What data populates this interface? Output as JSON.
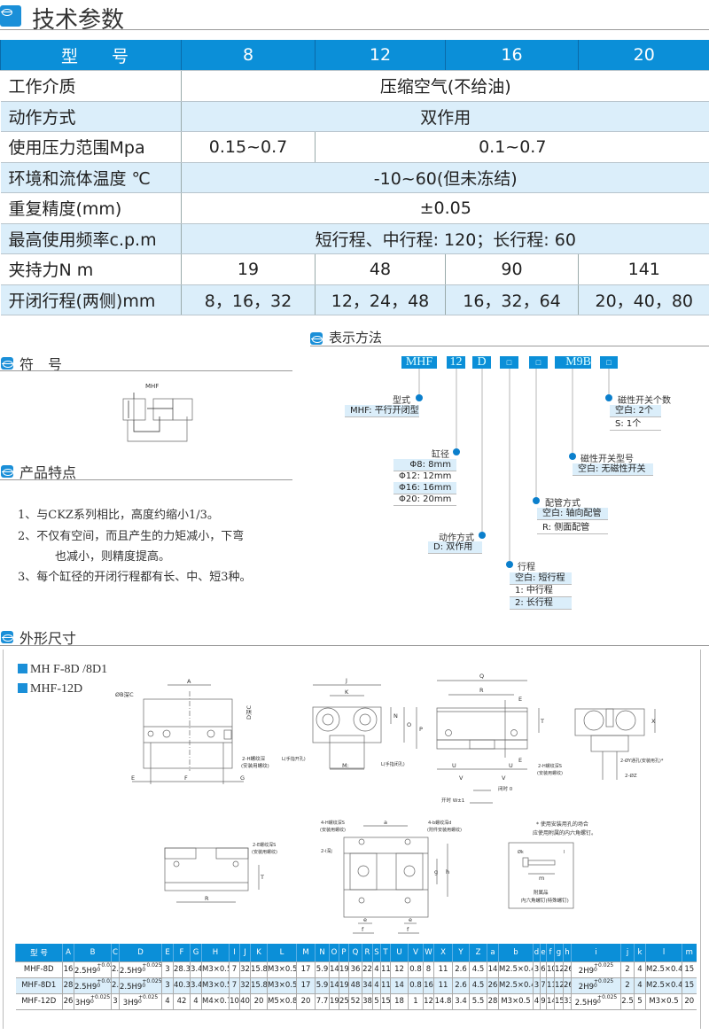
{
  "sections": {
    "tech_params": "技术参数",
    "symbol": "符　号",
    "features": "产品特点",
    "notation": "表示方法",
    "dimensions": "外形尺寸"
  },
  "spec_table": {
    "header": {
      "label": "型　　号",
      "models": [
        "8",
        "12",
        "16",
        "20"
      ]
    },
    "rows": [
      {
        "label": "工作介质",
        "cells": [
          "压缩空气(不给油)"
        ]
      },
      {
        "label": "动作方式",
        "cells": [
          "双作用"
        ]
      },
      {
        "label": "使用压力范围Mpa",
        "cells": [
          "0.15~0.7",
          "0.1~0.7"
        ]
      },
      {
        "label": "环境和流体温度 ℃",
        "cells": [
          "-10~60(但未冻结)"
        ]
      },
      {
        "label": "重复精度(mm)",
        "cells": [
          "±0.05"
        ]
      },
      {
        "label": "最高使用频率c.p.m",
        "cells": [
          "短行程、中行程: 120；长行程: 60"
        ]
      },
      {
        "label": "夹持力N m",
        "cells": [
          "19",
          "48",
          "90",
          "141"
        ]
      },
      {
        "label": "开闭行程(两侧)mm",
        "cells": [
          "8，16，32",
          "12，24，48",
          "16，32，64",
          "20，40，80"
        ]
      }
    ]
  },
  "symbol_diagram": {
    "label": "MHF"
  },
  "features": [
    "1、与CKZ系列相比，高度约缩小1/3。",
    "2、不仅有空间，而且产生的力矩减小，下弯",
    "也减小，则精度提高。",
    "3、每个缸径的开闭行程都有长、中、短3种。"
  ],
  "notation": {
    "code": [
      "MHF",
      "12",
      "D",
      "□",
      "□",
      "M9B",
      "□"
    ],
    "groups": [
      {
        "title": "型式",
        "options": [
          "MHF: 平行开闭型"
        ]
      },
      {
        "title": "缸径",
        "options": [
          "Φ8: 8mm",
          "Φ12: 12mm",
          "Φ16: 16mm",
          "Φ20: 20mm"
        ]
      },
      {
        "title": "动作方式",
        "options": [
          "D: 双作用"
        ]
      },
      {
        "title": "行程",
        "options": [
          "空白: 短行程",
          "1: 中行程",
          "2: 长行程"
        ]
      },
      {
        "title": "配管方式",
        "options": [
          "空白: 轴向配管",
          "R: 侧面配管"
        ]
      },
      {
        "title": "磁性开关型号",
        "options": [
          "空白: 无磁性开关"
        ]
      },
      {
        "title": "磁性开关个数",
        "options": [
          "空白: 2个",
          "S:  1个"
        ]
      }
    ]
  },
  "dimensions": {
    "models_legend": [
      "MH  F-8D /8D1",
      "MHF-12D"
    ],
    "drawing_labels": {
      "A": "A",
      "obc": "ØB深C",
      "dc": "D深C",
      "h_thread": "2-H螺纹深",
      "h_thread_note": "(安装用螺纹)",
      "E": "E",
      "F": "F",
      "G": "G",
      "J": "J",
      "K": "K",
      "N": "N",
      "O": "O",
      "P": "P",
      "M": "M:",
      "l_open": "L(手指开孔)",
      "l_close": "L(手指闭孔)",
      "Q": "Q",
      "R": "R",
      "T": "T",
      "U": "U",
      "V": "V",
      "w_open": "开时 W±1",
      "closed": "闭时 0",
      "hs": "2-H螺纹深S",
      "hs_note": "(安装用螺纹)",
      "X": "X",
      "y_hole": "2-ØY通孔(安装用孔)*",
      "z": "2-ØZ",
      "es": "2-E螺纹深S",
      "es_note": "(安装用螺纹)",
      "a": "a",
      "g": "g",
      "h": "h",
      "e": "e",
      "f": "f",
      "h4": "4-H螺纹深S",
      "h4_note": "(安装用螺纹)",
      "b4": "4-b螺纹深d",
      "b4_note": "(附件安装用螺纹)",
      "i2": "2-i深j",
      "note1": "* 使用安装用孔的场合",
      "note2": "应使用附属的内六角螺钉。",
      "dk": "Øk",
      "l": "l",
      "m": "m",
      "acc1": "附属品",
      "acc2": "内六角螺钉(特殊螺钉)"
    },
    "table": {
      "headers": [
        "型 号",
        "A",
        "B",
        "C",
        "D",
        "E",
        "F",
        "G",
        "H",
        "I",
        "J",
        "K",
        "L",
        "M",
        "N",
        "O",
        "P",
        "Q",
        "R",
        "S",
        "T",
        "U",
        "V",
        "W",
        "X",
        "Y",
        "Z",
        "a",
        "b",
        "d",
        "e",
        "f",
        "g",
        "h",
        "i",
        "j",
        "k",
        "l",
        "m"
      ],
      "rows": [
        [
          "MHF-8D",
          "16",
          {
            "v": "2.5H9",
            "up": "+0.025",
            "lo": "0"
          },
          "2.5",
          {
            "v": "2.5H9",
            "up": "+0.025",
            "lo": "0"
          },
          "3",
          "28.3",
          "3.4",
          "M3×0.5",
          "7",
          "32",
          "15.8",
          "M3×0.5",
          "17",
          "5.9",
          "14",
          "19",
          "36",
          "22",
          "4",
          "11",
          "12",
          "0.8",
          "8",
          "11",
          "2.6",
          "4.5",
          "14",
          "M2.5×0.45",
          "3",
          "6",
          "10",
          "12",
          "26",
          {
            "v": "2H9",
            "up": "+0.025",
            "lo": "0"
          },
          "2",
          "4",
          "M2.5×0.45",
          "15"
        ],
        [
          "MHF-8D1",
          "28",
          {
            "v": "2.5H9",
            "up": "+0.025",
            "lo": "0"
          },
          "2.5",
          {
            "v": "2.5H9",
            "up": "+0.025",
            "lo": "0"
          },
          "3",
          "40.3",
          "3.4",
          "M3×0.5",
          "7",
          "32",
          "15.8",
          "M3×0.5",
          "17",
          "5.9",
          "14",
          "19",
          "48",
          "34",
          "4",
          "11",
          "14",
          "0.8",
          "16",
          "11",
          "2.6",
          "4.5",
          "26",
          "M2.5×0.45",
          "3",
          "7",
          "11",
          "12",
          "26",
          {
            "v": "2H9",
            "up": "+0.025",
            "lo": "0"
          },
          "2",
          "4",
          "M2.5×0.45",
          "15"
        ],
        [
          "MHF-12D",
          "26",
          {
            "v": "3H9",
            "up": "+0.025",
            "lo": "0"
          },
          "3",
          {
            "v": "3H9",
            "up": "+0.025",
            "lo": "0"
          },
          "4",
          "42",
          "4",
          "M4×0.7",
          "10",
          "40",
          "20",
          "M5×0.8",
          "20",
          "7.7",
          "19",
          "25",
          "52",
          "38",
          "5",
          "15",
          "18",
          "1",
          "12",
          "14.8",
          "3.4",
          "5.5",
          "28",
          "M3×0.5",
          "4",
          "9",
          "14",
          "15",
          "33",
          {
            "v": "2.5H9",
            "up": "+0.025",
            "lo": "0"
          },
          "2.5",
          "5",
          "M3×0.5",
          "20"
        ]
      ]
    }
  },
  "colors": {
    "accent": "#0b8fd8",
    "row_alt": "#dbeefa"
  }
}
